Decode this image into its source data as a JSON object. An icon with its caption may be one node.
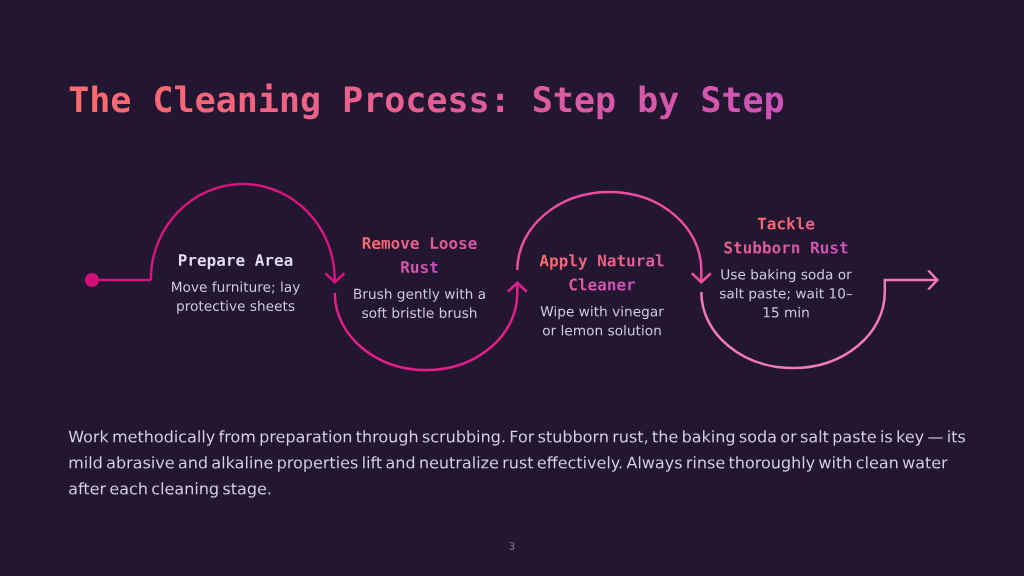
{
  "diagram": {
    "title": "The Cleaning Process: Step by Step",
    "nodes": [
      {
        "text": [],
        "shape": "circle"
      },
      {
        "text": [
          "Prepare Area",
          "Move furniture; lay protective sheets"
        ]
      },
      {
        "text": [
          "Remove Loose Rust",
          "Brush gently with a soft bristle brush"
        ]
      },
      {
        "text": [
          "Apply Natural Cleaner",
          "Wipe with vinegar or lemon solution"
        ]
      },
      {
        "text": [
          "Tackle Stubborn Rust",
          "Use baking soda or salt paste; wait 10–15 min"
        ]
      }
    ],
    "edges": [
      {
        "from": 0,
        "to": 1,
        "arrow": "none",
        "color": "#d4137e"
      },
      {
        "from": 1,
        "to": 2,
        "arrow": "to",
        "color": "#d6157f"
      },
      {
        "from": 2,
        "to": 3,
        "arrow": "to",
        "color": "#e41e8b"
      },
      {
        "from": 3,
        "to": 4,
        "arrow": "to",
        "color": "#ee4c9f"
      },
      {
        "from": 4,
        "to": null,
        "arrow": "to",
        "color": "#f27ab8"
      }
    ],
    "caption": "Work methodically from preparation through scrubbing. For stubborn rust, the baking soda or salt paste is key — its mild abrasive and alkaline properties lift and neutralize rust effectively. Always rinse thoroughly with clean water after each cleaning stage.",
    "labels": [
      "3"
    ]
  }
}
